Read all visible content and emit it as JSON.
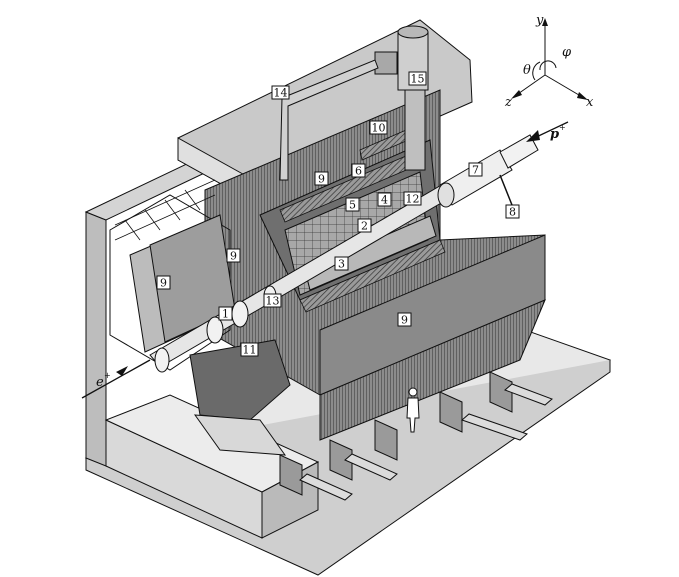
{
  "diagram": {
    "component_labels": [
      "1",
      "2",
      "3",
      "4",
      "5",
      "6",
      "7",
      "8",
      "9",
      "10",
      "11",
      "12",
      "13",
      "14",
      "15"
    ],
    "beam_labels": {
      "electron": "e",
      "electron_sup": "+",
      "proton": "p",
      "proton_sup": "+"
    },
    "axes": {
      "x": "x",
      "y": "y",
      "z": "z",
      "theta": "θ",
      "phi": "φ"
    },
    "colors": {
      "line": "#111111",
      "dark_fill": "#555555",
      "mid_fill": "#9a9a9a",
      "light_fill": "#d4d4d4",
      "floor": "#e8e8e8"
    }
  }
}
